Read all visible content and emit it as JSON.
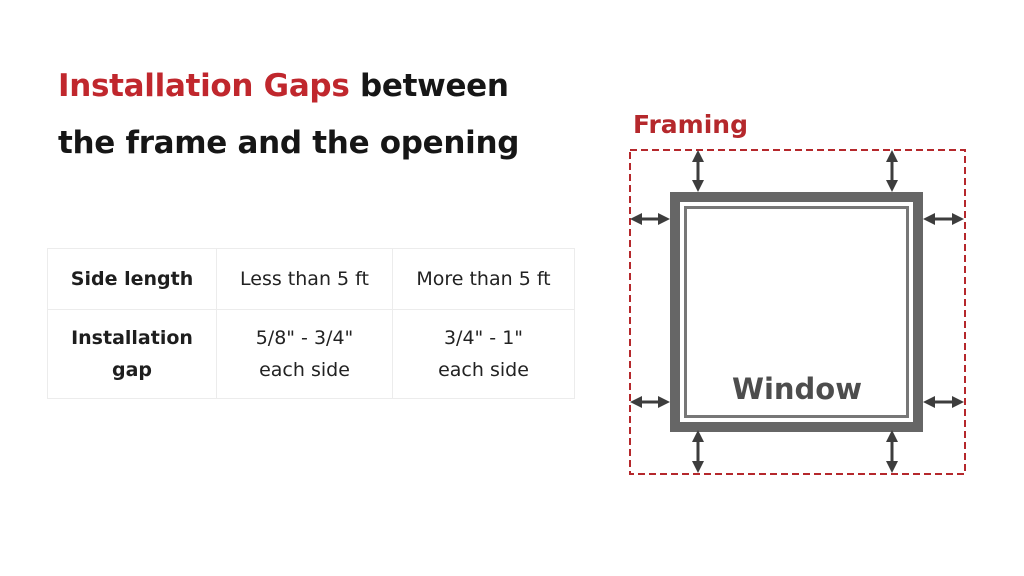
{
  "title": {
    "accent": "Installation Gaps",
    "rest_line1": " between",
    "line2": "the frame and the opening",
    "accent_color": "#c0272d"
  },
  "table": {
    "rows": [
      {
        "header": "Side length",
        "col1": "Less than 5 ft",
        "col2": "More than 5 ft"
      },
      {
        "header_line1": "Installation",
        "header_line2": "gap",
        "col1_line1": "5/8\" - 3/4\"",
        "col1_line2": "each side",
        "col2_line1": "3/4\" - 1\"",
        "col2_line2": "each side"
      }
    ]
  },
  "diagram": {
    "framing_label": "Framing",
    "window_label": "Window",
    "framing_color": "#b5282c",
    "frame_color": "#666666",
    "arrow_color": "#3d3d3d"
  }
}
